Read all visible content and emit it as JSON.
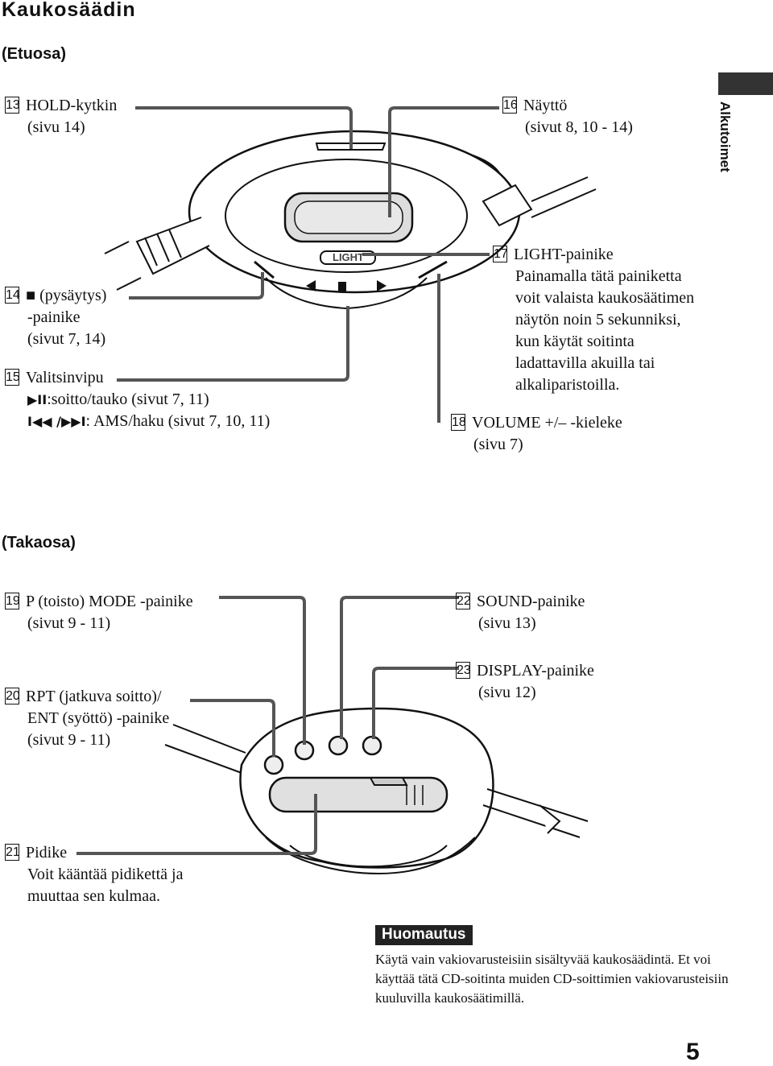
{
  "title": "Kaukosäädin",
  "side_tab": "Alkutoimet",
  "front": {
    "heading": "(Etuosa)",
    "items": [
      {
        "num": "13",
        "lines": [
          "HOLD-kytkin",
          "(sivu 14)"
        ]
      },
      {
        "num": "16",
        "lines": [
          "Näyttö",
          "(sivut 8, 10 - 14)"
        ]
      },
      {
        "num": "17",
        "lines": [
          "LIGHT-painike",
          "Painamalla tätä painiketta",
          "voit valaista kaukosäätimen",
          "näytön noin 5 sekunniksi,",
          "kun käytät soitinta",
          "ladattavilla akuilla tai",
          "alkaliparistoilla."
        ]
      },
      {
        "num": "14",
        "symbol": "■",
        "lines": [
          "(pysäytys)",
          "-painike",
          "(sivut 7, 14)"
        ]
      },
      {
        "num": "15",
        "lines": [
          "Valitsinvipu",
          ":soitto/tauko (sivut 7, 11)",
          ": AMS/haku (sivut 7, 10, 11)"
        ],
        "sym1": "▶II",
        "sym2": "I◀◀ /▶▶I"
      },
      {
        "num": "18",
        "lines": [
          "VOLUME +/– -kieleke",
          "(sivu 7)"
        ]
      }
    ],
    "device_light_label": "LIGHT"
  },
  "back": {
    "heading": "(Takaosa)",
    "items": [
      {
        "num": "19",
        "lines": [
          "P (toisto) MODE -painike",
          "(sivut 9 - 11)"
        ]
      },
      {
        "num": "22",
        "lines": [
          "SOUND-painike",
          "(sivu 13)"
        ]
      },
      {
        "num": "20",
        "lines": [
          "RPT (jatkuva soitto)/",
          "ENT (syöttö) -painike",
          "(sivut 9 - 11)"
        ]
      },
      {
        "num": "23",
        "lines": [
          "DISPLAY-painike",
          "(sivu 12)"
        ]
      },
      {
        "num": "21",
        "lines": [
          "Pidike",
          "Voit kääntää pidikettä ja",
          "muuttaa sen kulmaa."
        ]
      }
    ]
  },
  "note": {
    "title": "Huomautus",
    "text": "Käytä vain vakiovarusteisiin sisältyvää kaukosäädintä. Et voi käyttää tätä CD-soitinta muiden CD-soittimien vakiovarusteisiin kuuluvilla kaukosäätimillä."
  },
  "page_number": "5"
}
